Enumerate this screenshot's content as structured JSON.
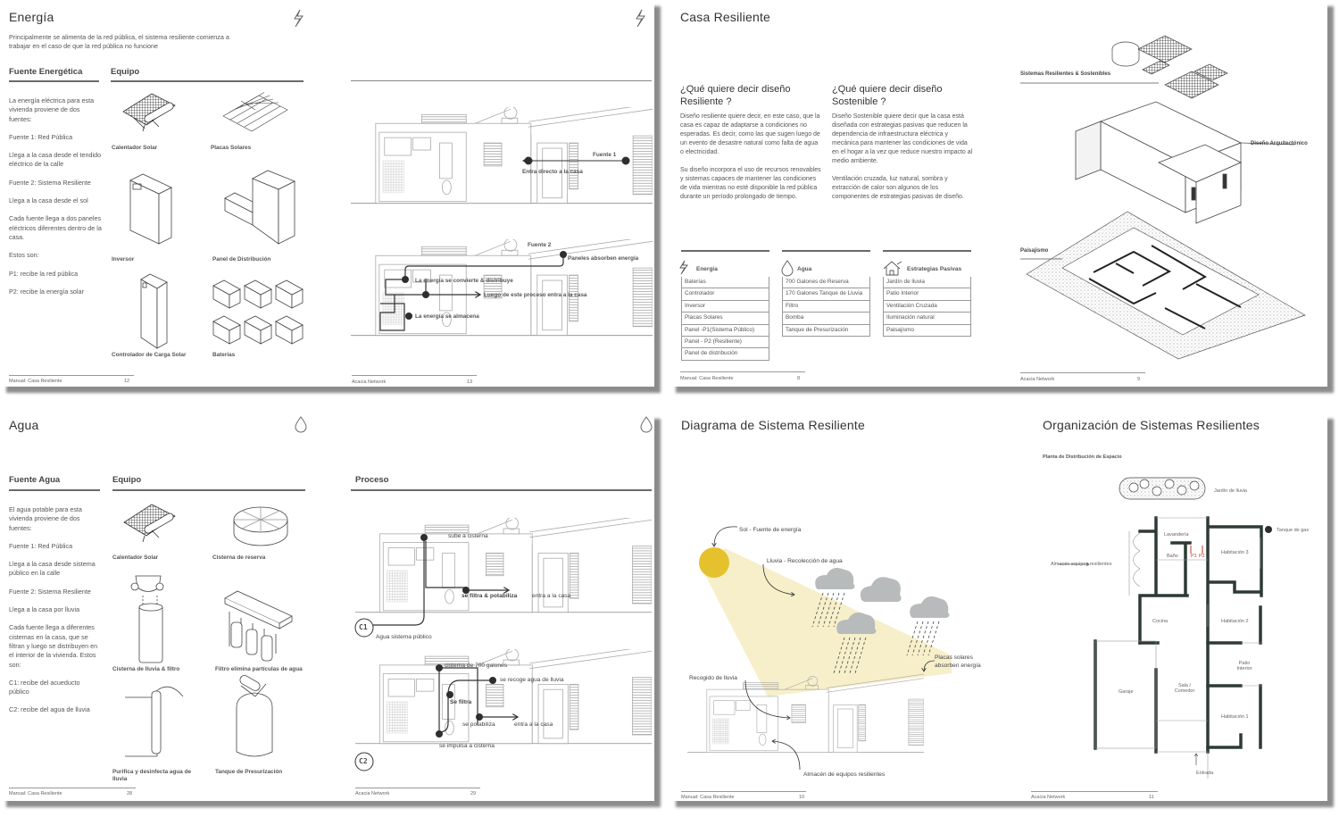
{
  "energia_spread": {
    "title": "Energía",
    "intro": "Principalmente se alimenta de la red pública, el sistema resiliente comienza a trabajar en el caso de que la red pública no funcione",
    "source_heading": "Fuente Energética",
    "equipment_heading": "Equipo",
    "source_paragraphs": [
      "La energía eléctrica para esta vivienda proviene de dos fuentes:",
      "Fuente 1: Red Pública",
      "Llega a la casa desde el tendido eléctrico de la calle",
      "Fuente 2: Sistema Resiliente",
      "Llega a la casa desde el sol",
      "Cada fuente llega a dos paneles eléctricos diferentes dentro de la casa.",
      "Estos son:",
      "P1: recibe la red pública",
      "P2: recibe la energía solar"
    ],
    "equipment": [
      "Calentador Solar",
      "Placas Solares",
      "Inversor",
      "Panel de Distribución",
      "Controlador de Carga Solar",
      "Baterías"
    ],
    "process": {
      "fuente1": "Fuente 1",
      "fuente1_step": "Entra directo a la casa",
      "fuente2": "Fuente 2",
      "step_panels": "Paneles absorben energía",
      "step_convert": "La energía se convierte & distribuye",
      "step_enter": "Luego de este proceso entra a la casa",
      "step_store": "La energía se almacena"
    },
    "footer_left": "Manual: Casa Resiliente",
    "page_left": "12",
    "footer_right": "Acacia Network",
    "page_right": "13"
  },
  "casa_spread": {
    "title": "Casa Resiliente",
    "resiliente_heading": "¿Qué quiere decir diseño Resiliente ?",
    "resiliente_paragraphs": [
      "Diseño resiliente quiere decir, en este caso, que la casa es capaz de adaptarse a condiciones no esperadas. Es decir, como las que sugen luego de un evento de desastre natural como falta de agua o electricidad.",
      "Su diseño incorpora el uso de recursos renovables y sistemas capaces de mantener las condiciones de vida mientras no esté disponible la red pública durante un período prolongado de tiempo."
    ],
    "sostenible_heading": "¿Qué quiere decir diseño Sostenible ?",
    "sostenible_paragraphs": [
      "Diseño Sostenible quiere decir que la casa está diseñada con estrategias pasivas que reducen la dependencia de infraestructura eléctrica y mecánica para mantener las condiciones de vida en el hogar a la vez que reduce nuestro impacto al medio ambiente.",
      "Ventilación cruzada, luz natural, sombra y extracción de calor son algunos de los componentes de estrategias pasivas de diseño."
    ],
    "tables": [
      {
        "title": "Energía",
        "icon": "lightning-icon",
        "rows": [
          "Baterías",
          "Controlador",
          "Inversor",
          "Placas Solares",
          "Panel -P1(Sistema Público)",
          "Panel - P2 (Resiliente)",
          "Panel de distribución"
        ]
      },
      {
        "title": "Agua",
        "icon": "water-drop-icon",
        "rows": [
          "700 Galones de Reserva",
          "170 Galones Tanque de Lluvia",
          "Filtro",
          "Bomba",
          "Tanque de Presurización"
        ]
      },
      {
        "title": "Estrategias Pasivas",
        "icon": "house-icon",
        "rows": [
          "Jardín de lluvia",
          "Patio Interior",
          "Ventilación Cruzada",
          "Iluminación natural",
          "Paisajismo"
        ]
      }
    ],
    "labels": {
      "systems": "Sistemas Resilientes & Sostenibles",
      "architecture": "Diseño Arquitectónico",
      "landscape": "Paisajismo"
    },
    "footer_left": "Manual: Casa Resiliente",
    "page_left": "8",
    "footer_right": "Acacia Network",
    "page_right": "9"
  },
  "agua_spread": {
    "title": "Agua",
    "source_heading": "Fuente Agua",
    "equipment_heading": "Equipo",
    "process_heading": "Proceso",
    "source_paragraphs": [
      "El agua potable para esta vivienda proviene de dos fuentes:",
      "Fuente 1: Red Pública",
      "Llega a la casa desde sistema público en la calle",
      "Fuente 2: Sistema Resiliente",
      "Llega a la casa por lluvia",
      "Cada fuente llega a diferentes cistemas en la casa, que se filtran y luego se distribuyen en el interior de la vivienda. Estos son:",
      "C1: recibe del acueducto público",
      "C2: recibe del agua de lluvia"
    ],
    "equipment": [
      "Calentador  Solar",
      "Cisterna de reserva",
      "Cisterna de lluvia & filtro",
      "Filtro elimina partículas de agua",
      "Purifica y desinfecta agua de lluvia",
      "Tanque de Presurización"
    ],
    "process": {
      "c1": "C1",
      "c1_source": "Agua sistema público",
      "c1_up": "sube a cisterna",
      "c1_filter": "se filtra & potabiliza",
      "c1_enter": "entra a la casa",
      "c2": "C2",
      "c2_cistern": "cisterna de 700 galones",
      "c2_collect": "se recoge agua de lluvia",
      "c2_filter": "Se filtra",
      "c2_potable": "se potabiliza",
      "c2_enter": "entra a la casa",
      "c2_pump": "se impulsa a cisterna"
    },
    "footer_left": "Manual: Casa Resiliente",
    "page_left": "28",
    "footer_right": "Acacia Network",
    "page_right": "29"
  },
  "diagrama_spread": {
    "title": "Diagrama de Sistema Resiliente",
    "labels": {
      "sun": "Sol - Fuente de energía",
      "rain": "Lluvia - Recolección de agua",
      "panels": "Placas solares absorben energía",
      "rain_collect": "Recogido de lluvia",
      "storage": "Almacén de equipos resilientes"
    },
    "colors": {
      "sun": "#e5c12e",
      "light": "#f6efc9",
      "cloud": "#b8bbbb",
      "walls": "#2d3a35"
    },
    "org_title": "Organización de Sistemas Resilientes",
    "plan_title": "Planta de Distribución de Espacio",
    "plan_labels": {
      "garden": "Jardín de lluvia",
      "gas": "Tanque de gas",
      "laundry": "Lavandería",
      "bath": "Baño",
      "room3": "Habitación 3",
      "storage": "Almacén equipos resilientes",
      "kitchen": "Cocina",
      "room2": "Habitación 2",
      "patio": "Patio Interior",
      "garage": "Garaje",
      "living": "Sala / Comedor",
      "room1": "Habitación 1",
      "entry": "Entrada",
      "p1": "P1",
      "p2": "P2"
    },
    "footer_left": "Manual: Casa Resiliente",
    "page_left": "10",
    "footer_right": "Acacia Network",
    "page_right": "11"
  }
}
